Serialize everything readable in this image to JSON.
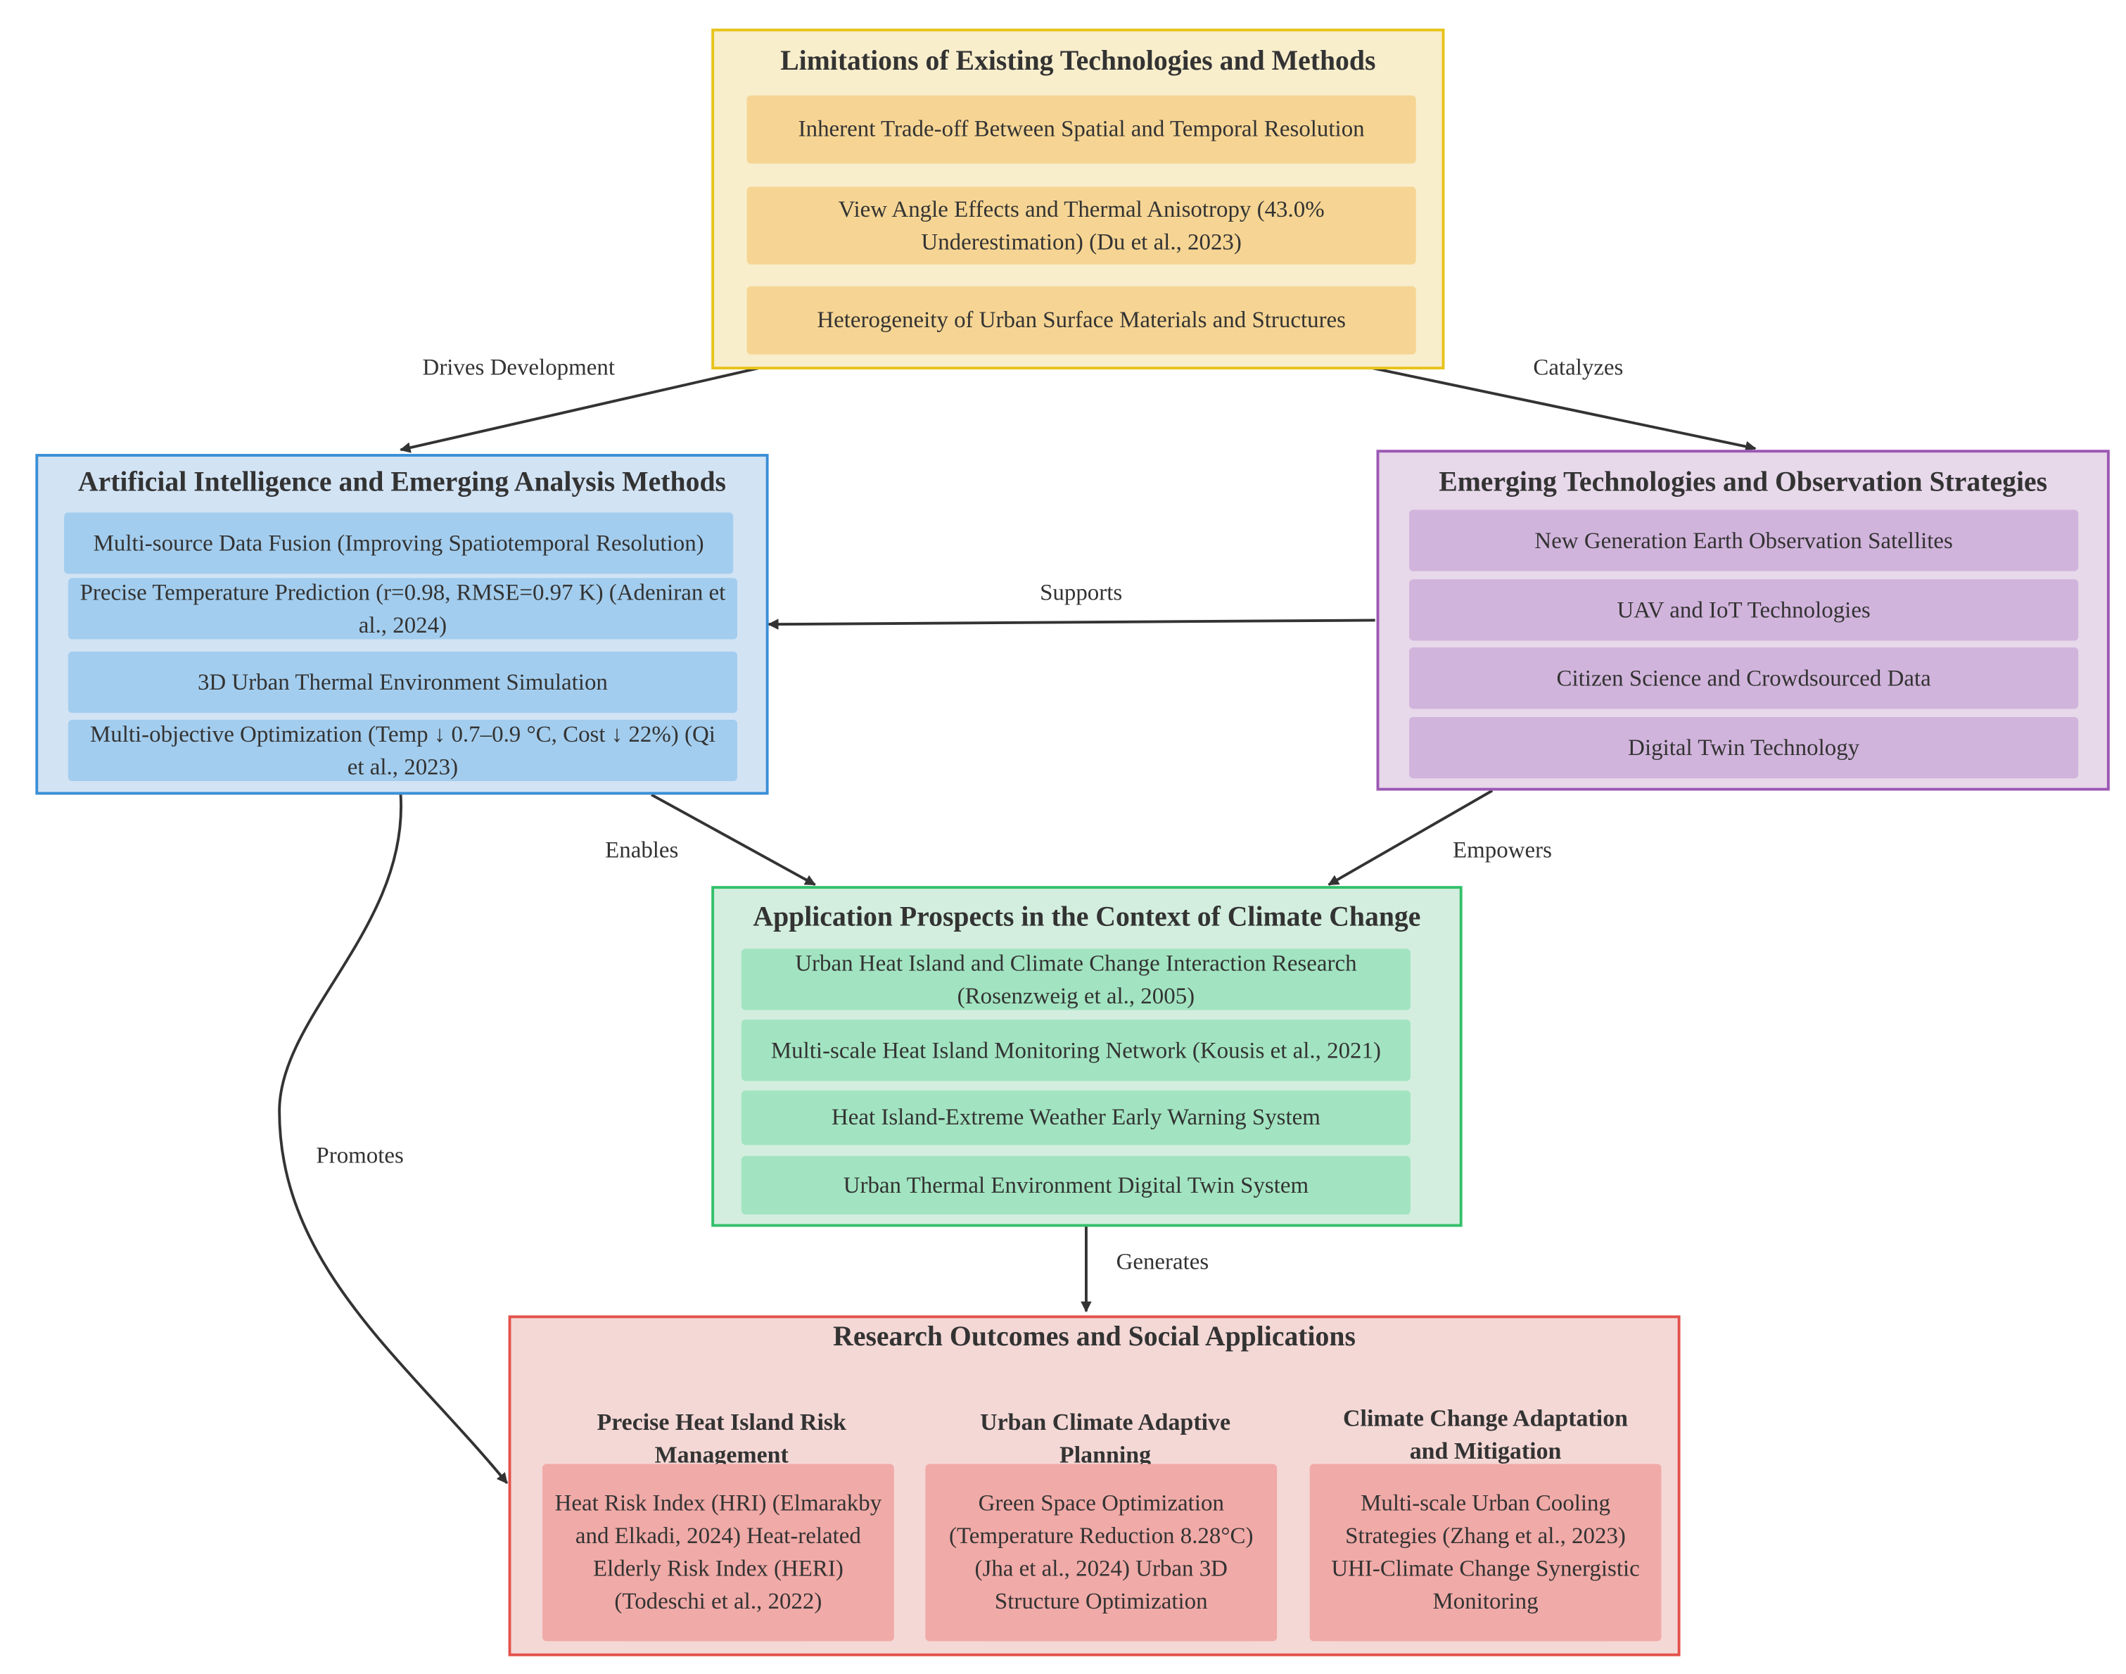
{
  "colors": {
    "limitations": {
      "fill": "#f8eecc",
      "border": "#e8c31a",
      "item": "#f6d594"
    },
    "ai": {
      "fill": "#d2e3f4",
      "border": "#3a8fd6",
      "item": "#a3cdee"
    },
    "emerging": {
      "fill": "#e7d8ea",
      "border": "#9c58b4",
      "item": "#d1b4dc"
    },
    "applications": {
      "fill": "#d3eedf",
      "border": "#33c06b",
      "item": "#a2e4c1"
    },
    "outcomes": {
      "fill": "#f4d8d6",
      "border": "#e3524b",
      "item": "#f0aaa7"
    },
    "edge": "#333333"
  },
  "groups": {
    "limitations": {
      "title": "Limitations of Existing Technologies and Methods",
      "items": [
        "Inherent Trade-off Between Spatial and Temporal Resolution",
        "View Angle Effects and Thermal Anisotropy (43.0% Underestimation) (Du et al., 2023)",
        "Heterogeneity of Urban Surface Materials and Structures"
      ]
    },
    "ai": {
      "title": "Artificial Intelligence and Emerging Analysis Methods",
      "items": [
        "Multi-source Data Fusion (Improving Spatiotemporal Resolution)",
        "Precise Temperature Prediction (r=0.98, RMSE=0.97 K) (Adeniran et al., 2024)",
        "3D Urban Thermal Environment Simulation",
        "Multi-objective Optimization (Temp ↓ 0.7–0.9 °C, Cost ↓ 22%) (Qi et al., 2023)"
      ]
    },
    "emerging": {
      "title": "Emerging Technologies and Observation Strategies",
      "items": [
        "New Generation Earth Observation Satellites",
        "UAV and IoT Technologies",
        "Citizen Science and Crowdsourced Data",
        "Digital Twin Technology"
      ]
    },
    "applications": {
      "title": "Application Prospects in the Context of Climate Change",
      "items": [
        "Urban Heat Island and Climate Change Interaction Research (Rosenzweig et al., 2005)",
        "Multi-scale Heat Island Monitoring Network (Kousis et al., 2021)",
        "Heat Island-Extreme Weather Early Warning System",
        "Urban Thermal Environment Digital Twin System"
      ]
    },
    "outcomes": {
      "title": "Research Outcomes and Social Applications",
      "subgroups": [
        {
          "title": "Precise Heat Island Risk Management",
          "content": "Heat Risk Index (HRI) (Elmarakby and Elkadi, 2024) Heat-related Elderly Risk Index (HERI) (Todeschi et al., 2022)"
        },
        {
          "title": "Urban Climate Adaptive Planning",
          "content": "Green Space Optimization (Temperature Reduction 8.28°C) (Jha et al., 2024) Urban 3D Structure Optimization"
        },
        {
          "title": "Climate Change Adaptation and Mitigation",
          "content": "Multi-scale Urban Cooling Strategies (Zhang et al., 2023) UHI-Climate Change Synergistic Monitoring"
        }
      ]
    }
  },
  "edges": [
    {
      "from": "limitations",
      "to": "ai",
      "label": "Drives Development"
    },
    {
      "from": "limitations",
      "to": "emerging",
      "label": "Catalyzes"
    },
    {
      "from": "emerging",
      "to": "ai",
      "label": "Supports"
    },
    {
      "from": "ai",
      "to": "applications",
      "label": "Enables"
    },
    {
      "from": "emerging",
      "to": "applications",
      "label": "Empowers"
    },
    {
      "from": "ai",
      "to": "outcomes",
      "label": "Promotes"
    },
    {
      "from": "applications",
      "to": "outcomes",
      "label": "Generates"
    }
  ]
}
